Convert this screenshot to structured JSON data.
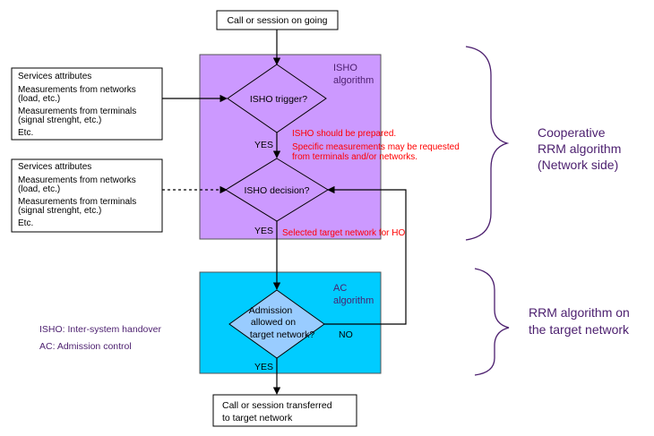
{
  "colors": {
    "isho_region": "#cc99ff",
    "ac_region": "#00ccff",
    "diamond_fill": "#99ccff",
    "red_text": "#ff0000",
    "purple_text": "#4b1e6e",
    "lines": "#000000"
  },
  "start_box": {
    "label": "Call or session on going"
  },
  "end_box": {
    "line1": "Call or session transferred",
    "line2": "to target network"
  },
  "input_box_1": {
    "items": [
      "Services attributes",
      "Measurements from networks",
      "(load, etc.)",
      "Measurements from terminals",
      "(signal strenght, etc.)",
      "Etc."
    ]
  },
  "input_box_2": {
    "items": [
      "Services attributes",
      "Measurements from networks",
      "(load, etc.)",
      "Measurements from terminals",
      "(signal strenght, etc.)",
      "Etc."
    ]
  },
  "isho_region": {
    "line1": "ISHO",
    "line2": "algorithm"
  },
  "ac_region": {
    "line1": "AC",
    "line2": "algorithm"
  },
  "isho_trigger": {
    "label": "ISHO trigger?",
    "yes": "YES"
  },
  "isho_decision": {
    "label": "ISHO decision?",
    "yes": "YES"
  },
  "admission": {
    "line1": "Admission",
    "line2": "allowed on",
    "line3": "target network?",
    "yes": "YES",
    "no": "NO"
  },
  "notes": {
    "prepare": "ISHO should be prepared.",
    "measure1": "Specific measurements may be requested",
    "measure2": "from terminals and/or networks.",
    "selected": "Selected target network for HO"
  },
  "legend": {
    "isho": "ISHO: Inter-system handover",
    "ac": "AC: Admission control"
  },
  "brace_labels": {
    "coop_1": "Cooperative",
    "coop_2": "RRM algorithm",
    "coop_3": "(Network side)",
    "rrm_1": "RRM algorithm on",
    "rrm_2": "the target network"
  }
}
